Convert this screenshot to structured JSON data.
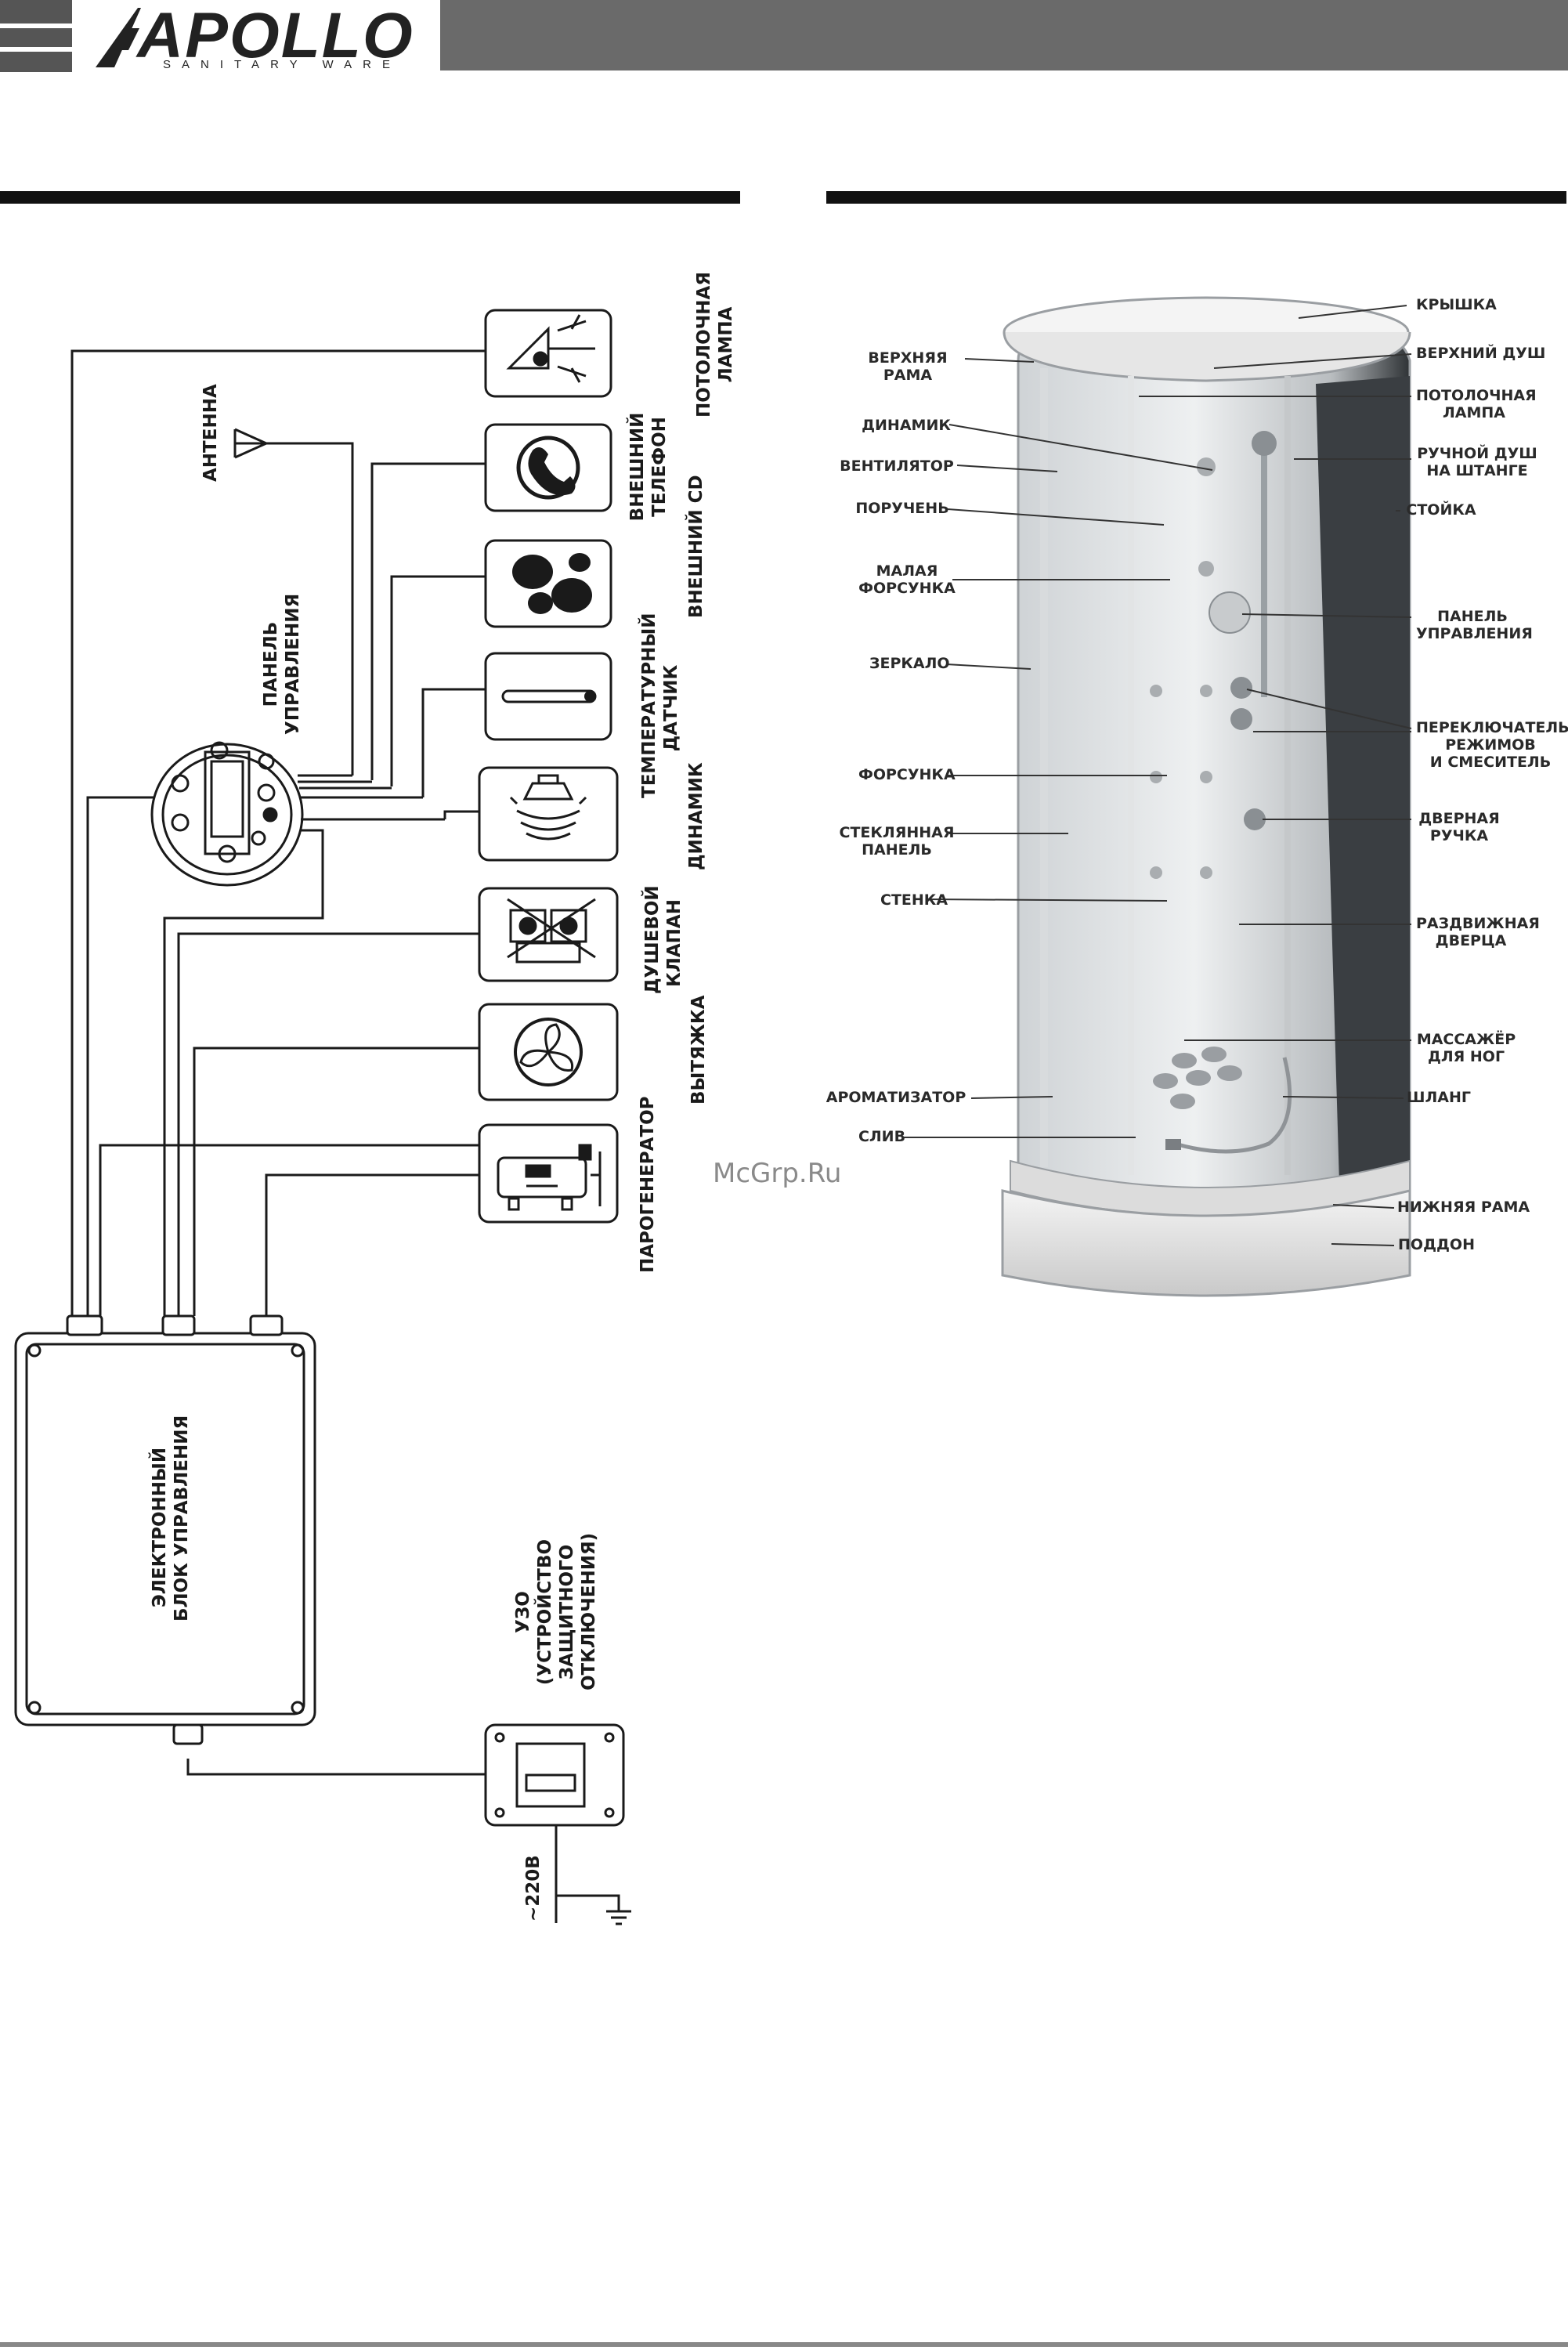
{
  "header": {
    "brand": "APOLLO",
    "brand_sub": "SANITARY WARE"
  },
  "wiring": {
    "devices": {
      "lamp": "ПОТОЛОЧНАЯ\nЛАМПА",
      "phone": "ВНЕШНИЙ\nТЕЛЕФОН",
      "cd": "ВНЕШНИЙ CD",
      "temp": "ТЕМПЕРАТУРНЫЙ\nДАТЧИК",
      "speaker": "ДИНАМИК",
      "valve": "ДУШЕВОЙ\nКЛАПАН",
      "fan": "ВЫТЯЖКА",
      "steam": "ПАРОГЕНЕРАТОР"
    },
    "antenna": "АНТЕННА",
    "control_panel": "ПАНЕЛЬ\nУПРАВЛЕНИЯ",
    "electronic_unit": "ЭЛЕКТРОННЫЙ\nБЛОК УПРАВЛЕНИЯ",
    "rcd": "УЗО\n(УСТРОЙСТВО\nЗАЩИТНОГО\nОТКЛЮЧЕНИЯ)",
    "voltage": "~220В"
  },
  "cabin": {
    "left_labels": {
      "frame_top": "ВЕРХНЯЯ\nРАМА",
      "speaker": "ДИНАМИК",
      "fan": "ВЕНТИЛЯТОР",
      "handrail": "ПОРУЧЕНЬ",
      "small_nozzle": "МАЛАЯ\nФОРСУНКА",
      "mirror": "ЗЕРКАЛО",
      "nozzle": "ФОРСУНКА",
      "glass_panel": "СТЕКЛЯННАЯ\nПАНЕЛЬ",
      "wall": "СТЕНКА",
      "aroma": "АРОМАТИЗАТОР",
      "drain": "СЛИВ"
    },
    "right_labels": {
      "cover": "КРЫШКА",
      "top_shower": "ВЕРХНИЙ ДУШ",
      "ceiling_lamp": "ПОТОЛОЧНАЯ\nЛАМПА",
      "hand_shower": "РУЧНОЙ ДУШ\nНА ШТАНГЕ",
      "rack": "СТОЙКА",
      "panel": "ПАНЕЛЬ\nУПРАВЛЕНИЯ",
      "switch": "ПЕРЕКЛЮЧАТЕЛЬ\nРЕЖИМОВ\nИ СМЕСИТЕЛЬ",
      "handle": "ДВЕРНАЯ\nРУЧКА",
      "door": "РАЗДВИЖНАЯ\nДВЕРЦА",
      "foot_massage": "МАССАЖЁР\nДЛЯ НОГ",
      "hose": "ШЛАНГ",
      "frame_bottom": "НИЖНЯЯ РАМА",
      "tray": "ПОДДОН"
    }
  },
  "watermark": "McGrp.Ru"
}
